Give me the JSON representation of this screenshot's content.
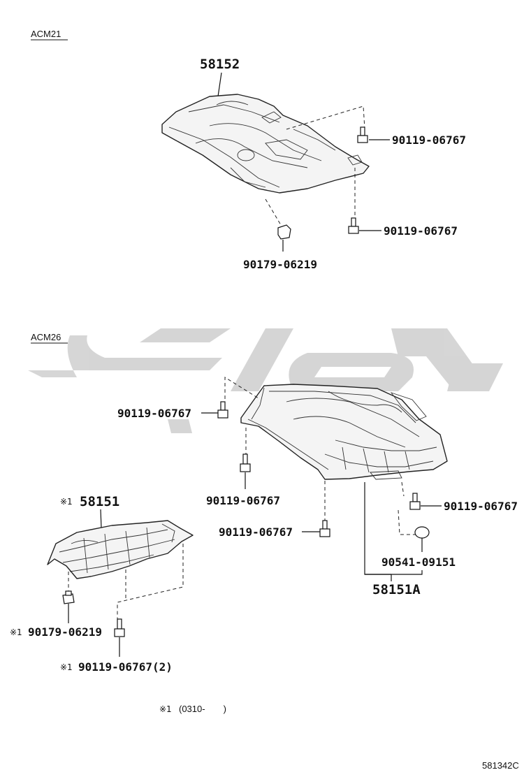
{
  "sections": {
    "acm21": "ACM21",
    "acm26": "ACM26"
  },
  "parts": {
    "p58152": "58152",
    "p58151": "58151",
    "p58151A": "58151A"
  },
  "fasteners": {
    "bolt_a1": "90119-06767",
    "bolt_a2": "90119-06767",
    "clip_a": "90179-06219",
    "bolt_b1": "90119-06767",
    "bolt_b2": "90119-06767",
    "bolt_b3": "90119-06767",
    "bolt_b4": "90119-06767",
    "clip_b": "90541-09151",
    "clip_c": "90179-06219",
    "bolt_c": "90119-06767(2)"
  },
  "marks": {
    "m1": "※1",
    "m2": "※1",
    "m3": "※1",
    "m4": "※1"
  },
  "footnote": {
    "range": "(0310-　　)"
  },
  "diagram_code": "581342C"
}
